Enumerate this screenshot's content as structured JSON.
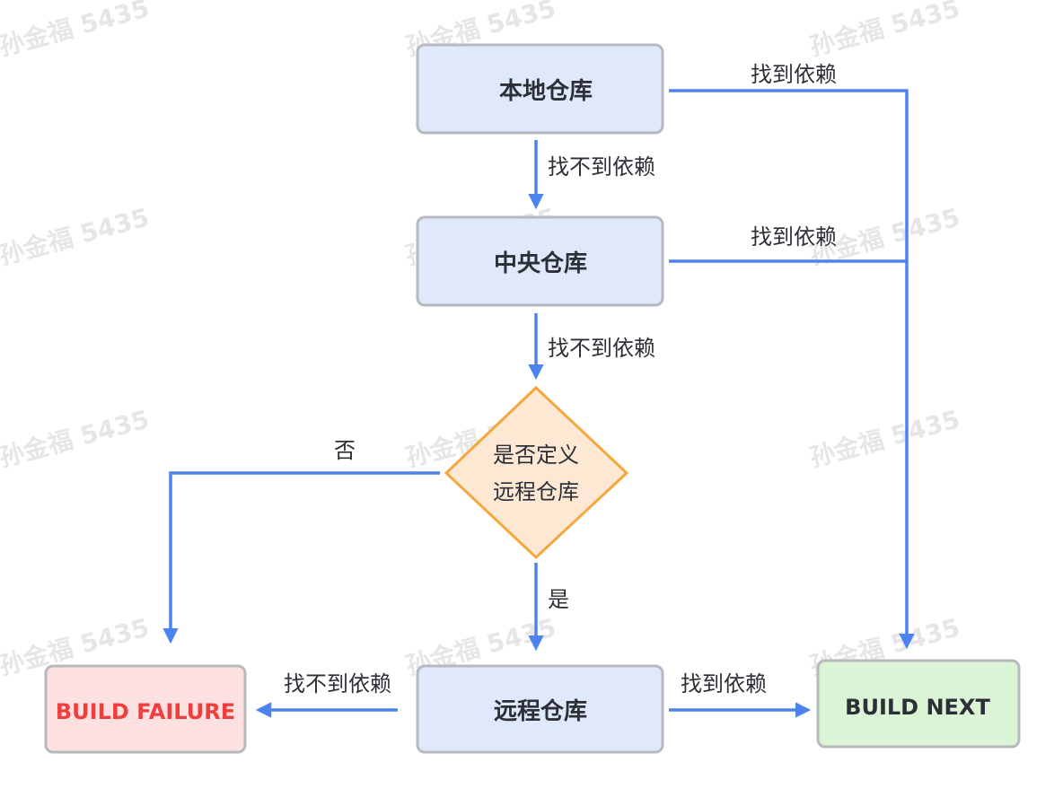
{
  "watermark": "孙金福 5435",
  "colors": {
    "edge": "#4d83ee",
    "box_fill": "#dfe9fb",
    "box_stroke": "#b6b9bf",
    "diamond_fill": "#fde8d4",
    "diamond_stroke": "#f5a73b",
    "failure_fill": "#fde1e1",
    "failure_text": "#ef3e3e",
    "next_fill": "#dcf4d6"
  },
  "nodes": {
    "local": "本地仓库",
    "central": "中央仓库",
    "decision_line1": "是否定义",
    "decision_line2": "远程仓库",
    "remote": "远程仓库",
    "failure": "BUILD FAILURE",
    "next": "BUILD NEXT"
  },
  "edges": {
    "local_found": "找到依赖",
    "local_not_found": "找不到依赖",
    "central_found": "找到依赖",
    "central_not_found": "找不到依赖",
    "decision_no": "否",
    "decision_yes": "是",
    "remote_not_found": "找不到依赖",
    "remote_found": "找到依赖"
  }
}
